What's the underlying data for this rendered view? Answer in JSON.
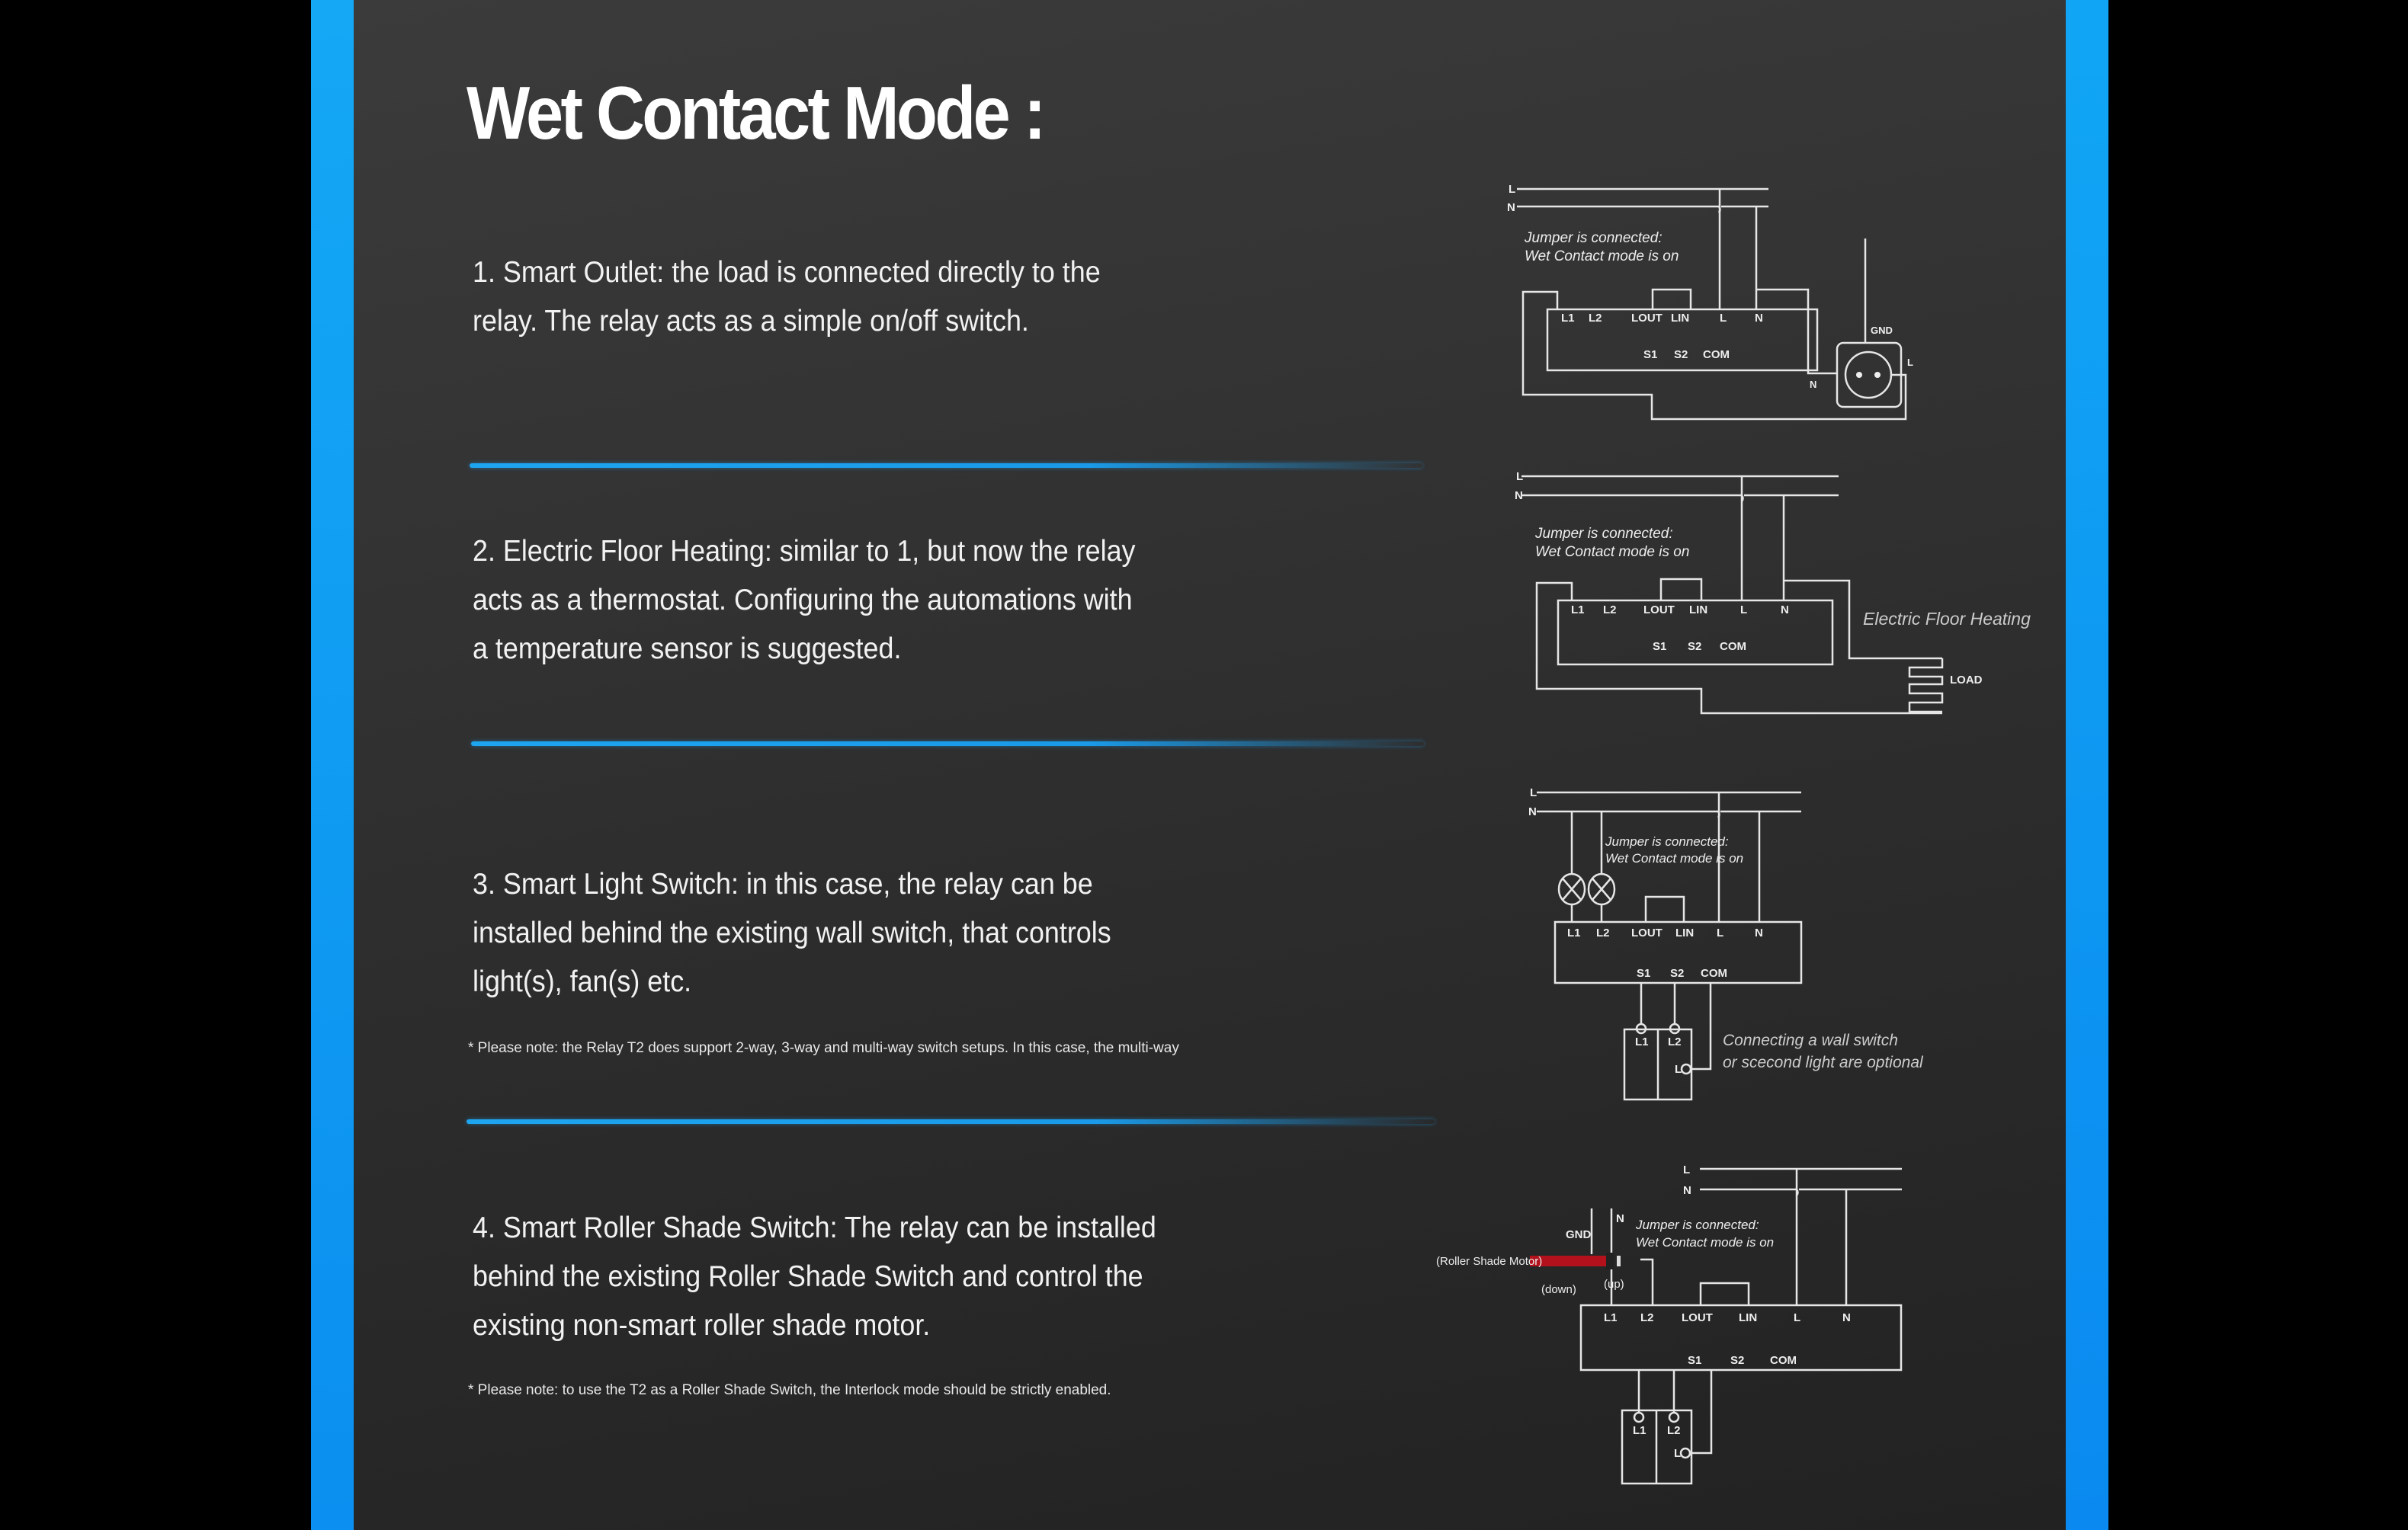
{
  "title": "Wet Contact Mode :",
  "colors": {
    "accent": "#14a8f5",
    "panel": "#333333",
    "text": "#f2f2f2",
    "motor": "#b3121c"
  },
  "sections": [
    {
      "lines": [
        "1. Smart Outlet:  the load is connected directly to the",
        "relay. The relay acts as a simple on/off switch."
      ],
      "note": ""
    },
    {
      "lines": [
        "2. Electric Floor Heating: similar to 1, but now the relay",
        "acts as a thermostat. Configuring the automations with",
        "a temperature sensor is suggested."
      ],
      "note": ""
    },
    {
      "lines": [
        "3. Smart Light  Switch: in this case, the relay can be",
        "installed behind the existing wall switch, that controls",
        "light(s), fan(s) etc."
      ],
      "note": "* Please note: the Relay T2 does support 2-way, 3-way and multi-way switch setups. In this case, the multi-way"
    },
    {
      "lines": [
        "4. Smart Roller Shade Switch: The relay can be installed",
        "behind the existing Roller Shade Switch and control the",
        "existing non-smart roller shade motor."
      ],
      "note": "* Please note: to use the T2 as a Roller Shade Switch, the Interlock mode should be strictly enabled."
    }
  ],
  "diagram": {
    "line_L": "L",
    "line_N": "N",
    "jumper_line1": "Jumper is connected:",
    "jumper_line2": "Wet Contact mode is on",
    "terminals_top": [
      "L1",
      "L2",
      "LOUT",
      "LIN",
      "L",
      "N"
    ],
    "terminals_bottom": [
      "S1",
      "S2",
      "COM"
    ],
    "outlet": {
      "gnd": "GND",
      "n": "N",
      "l": "L"
    },
    "heating": {
      "caption": "Electric Floor Heating",
      "load": "LOAD"
    },
    "switch": {
      "l1": "L1",
      "l2": "L2",
      "l": "L",
      "caption1": "Connecting a wall switch",
      "caption2": "or scecond light are optional"
    },
    "shade": {
      "gnd": "GND",
      "n": "N",
      "motor": "(Roller Shade Motor)",
      "down": "(down)",
      "up": "(up)"
    }
  }
}
